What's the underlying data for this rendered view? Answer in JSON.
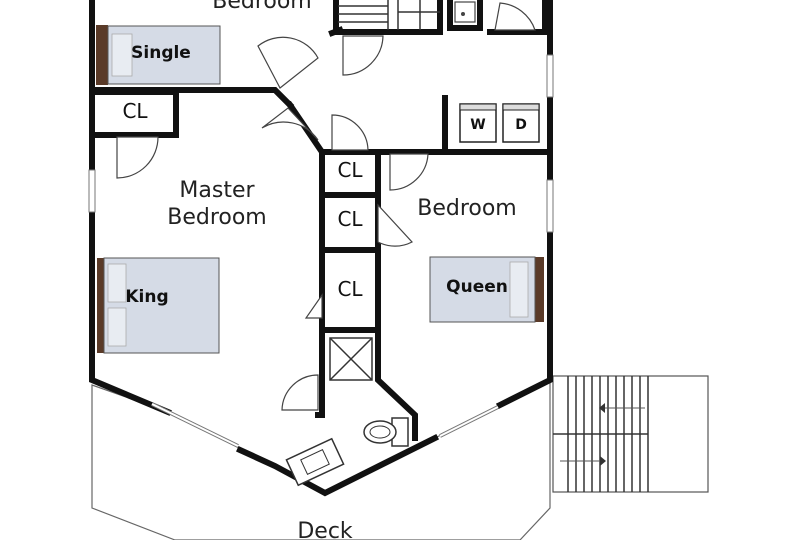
{
  "rooms": {
    "top_bedroom": "Bedroom",
    "master_bedroom_line1": "Master",
    "master_bedroom_line2": "Bedroom",
    "right_bedroom": "Bedroom",
    "deck": "Deck"
  },
  "closets": {
    "cl_left": "CL",
    "cl_1": "CL",
    "cl_2": "CL",
    "cl_3": "CL"
  },
  "beds": {
    "single": "Single",
    "king": "King",
    "queen": "Queen"
  },
  "appliances": {
    "washer": "W",
    "dryer": "D"
  },
  "colors": {
    "wall": "#111111",
    "mattress": "#d5dbe6",
    "headboard": "#5a3a28",
    "background": "#ffffff"
  }
}
